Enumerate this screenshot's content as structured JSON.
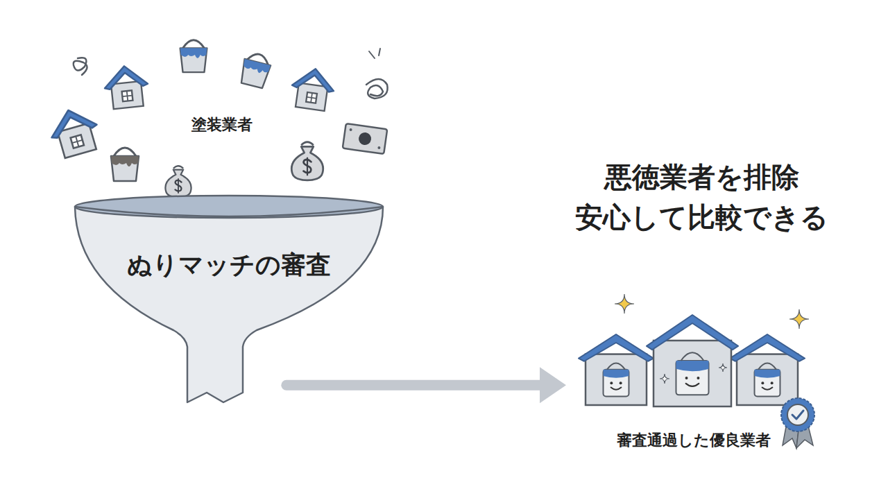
{
  "diagram": {
    "nodes": [
      {
        "text": [
          "ぬりマッチの審査"
        ]
      },
      {
        "text": [
          "審査通過した優良業者"
        ]
      }
    ],
    "edges": [
      {
        "from": 0,
        "to": 1,
        "arrow": "to"
      }
    ],
    "labels": [
      "塗装業者",
      "悪徳業者を排除 安心して比較できる"
    ]
  }
}
